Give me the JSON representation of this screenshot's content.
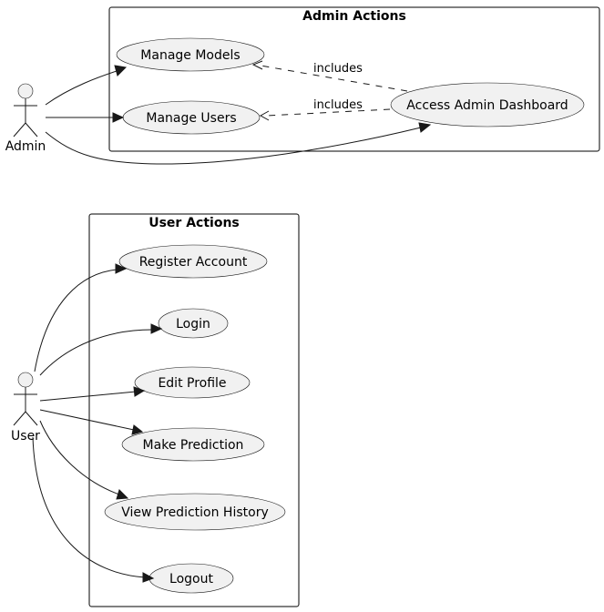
{
  "packages": {
    "admin": {
      "title": "Admin Actions"
    },
    "user": {
      "title": "User Actions"
    }
  },
  "actors": {
    "admin": {
      "label": "Admin"
    },
    "user": {
      "label": "User"
    }
  },
  "use_cases": {
    "manage_models": "Manage Models",
    "manage_users": "Manage Users",
    "access_admin_dashboard": "Access Admin Dashboard",
    "register_account": "Register Account",
    "login": "Login",
    "edit_profile": "Edit Profile",
    "make_prediction": "Make Prediction",
    "view_prediction_history": "View Prediction History",
    "logout": "Logout"
  },
  "relationships": {
    "includes_models": "includes",
    "includes_users": "includes"
  },
  "colors": {
    "usecase_fill": "#f1f1f1",
    "stroke": "#181818",
    "background": "#ffffff"
  }
}
